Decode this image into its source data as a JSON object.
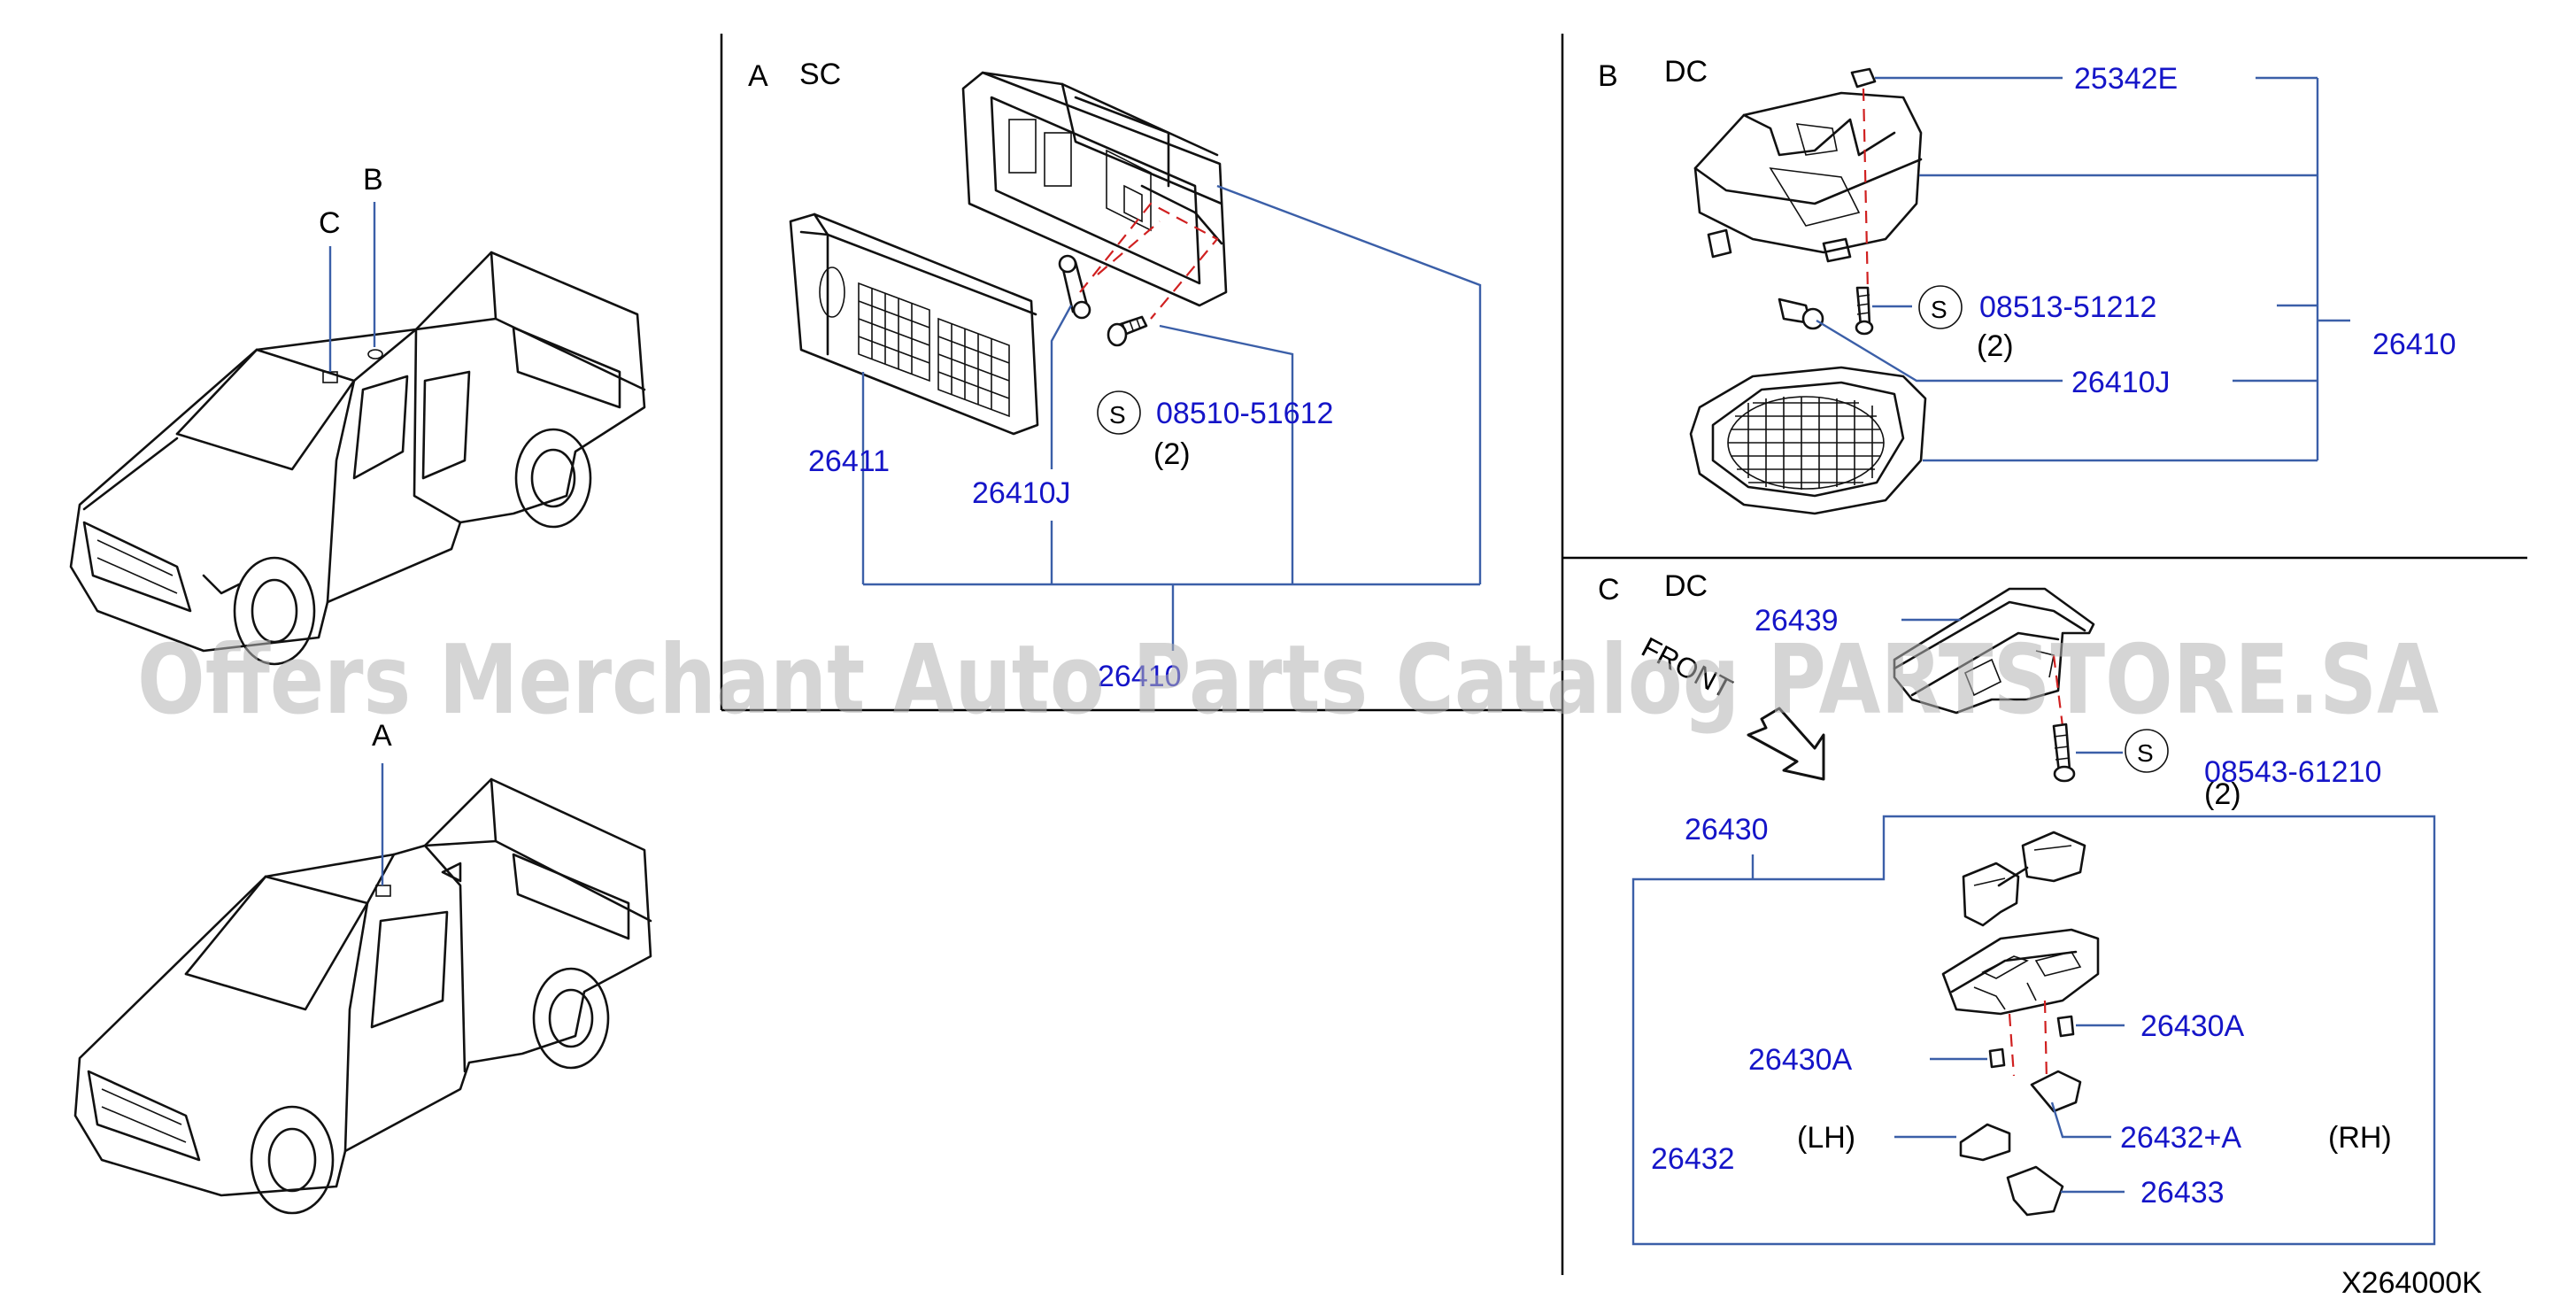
{
  "sections": {
    "a": {
      "letter": "A",
      "code": "SC"
    },
    "b": {
      "letter": "B",
      "code": "DC"
    },
    "c": {
      "letter": "C",
      "code": "DC"
    }
  },
  "vehicle_markers": {
    "c_top": "C",
    "b_top": "B",
    "a_bottom": "A"
  },
  "section_a": {
    "p26411": "26411",
    "p26410J": "26410J",
    "screw": "08510-51612",
    "qty": "(2)",
    "p26410": "26410"
  },
  "section_b": {
    "p25342E": "25342E",
    "screw": "08513-51212",
    "qty": "(2)",
    "p26410J": "26410J",
    "p26410": "26410"
  },
  "section_c": {
    "p26439": "26439",
    "front": "FRONT",
    "screw": "08543-61210",
    "qty": "(2)",
    "p26430": "26430",
    "p26430A_right": "26430A",
    "p26430A_left": "26430A",
    "lh": "(LH)",
    "p26432A": "26432+A",
    "rh": "(RH)",
    "p26432": "26432",
    "p26433": "26433"
  },
  "s_symbol": "S",
  "catalog_code": "X264000K",
  "watermark": "Offers Merchant Auto Parts Catalog PARTSTORE.SA"
}
